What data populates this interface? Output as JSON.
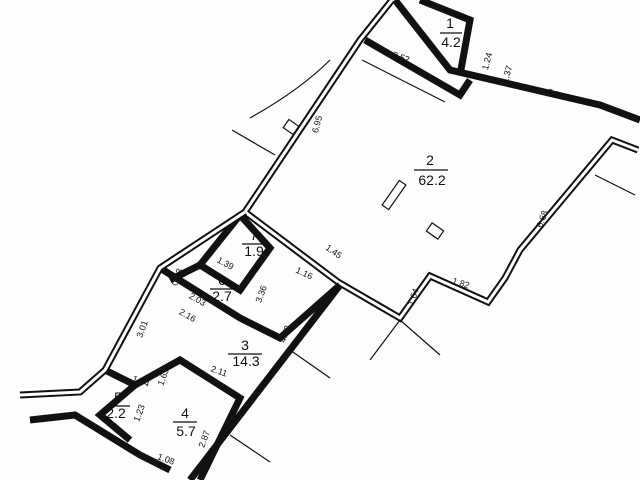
{
  "rooms": [
    {
      "number": "1",
      "area": "4.2"
    },
    {
      "number": "2",
      "area": "62.2"
    },
    {
      "number": "3",
      "area": "14.3"
    },
    {
      "number": "4",
      "area": "5.7"
    },
    {
      "number": "5",
      "area": "2.2"
    },
    {
      "number": "6",
      "area": "2.7"
    },
    {
      "number": "7",
      "area": "1.9"
    }
  ],
  "dimensions": [
    "3.52",
    "1.24",
    "1.37",
    "3.76",
    "6.95",
    "6.68",
    "1.82",
    "1.64",
    "1.45",
    "1.16",
    "1.39",
    "3.36",
    "0.63",
    "2.03",
    "2.16",
    "3.01",
    "4.72",
    "1.84",
    "1.63",
    "2.11",
    "1.23",
    "2.87",
    "1.08"
  ]
}
